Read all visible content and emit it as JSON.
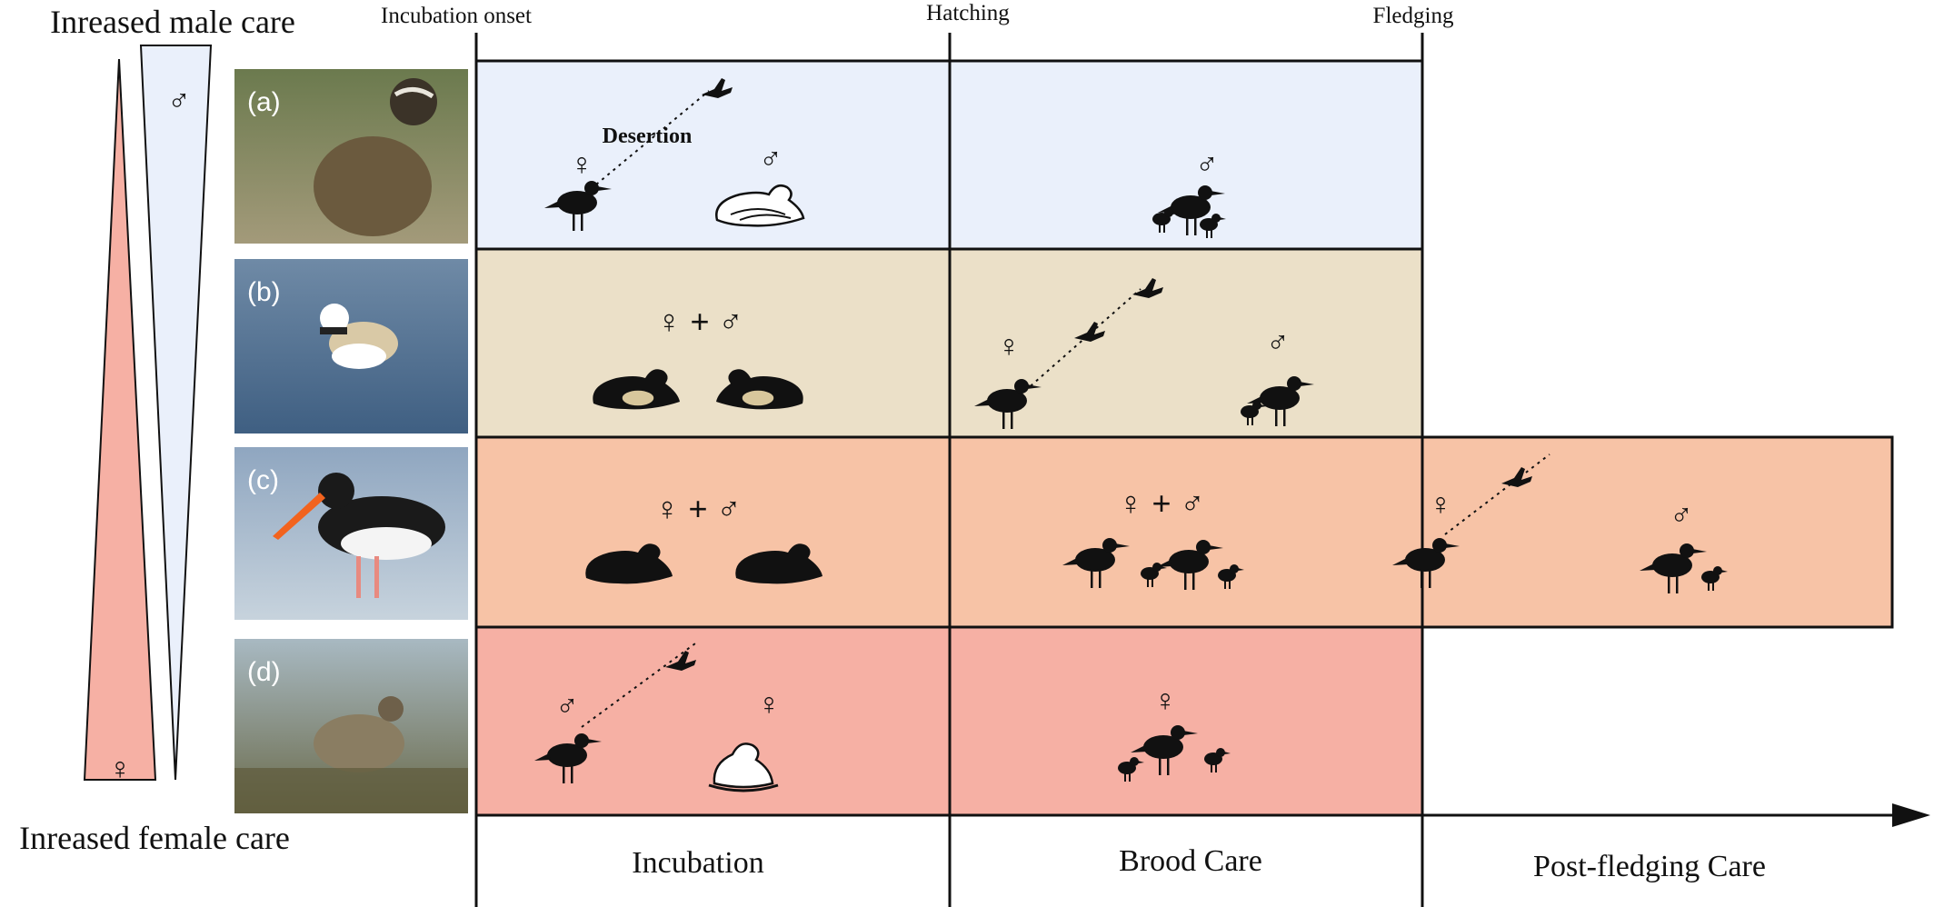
{
  "care_axis": {
    "top_label": "Inreased male care",
    "bottom_label": "Inreased female care",
    "male_symbol": "♂",
    "female_symbol": "♀",
    "colors": {
      "female_wedge": "#f6b0a4",
      "male_wedge": "#eaf0fb"
    }
  },
  "milestones": [
    "Incubation onset",
    "Hatching",
    "Fledging"
  ],
  "phases": [
    "Incubation",
    "Brood Care",
    "Post-fledging Care"
  ],
  "rows": [
    {
      "label": "(a)",
      "color": "#eaf0fb",
      "photo_colors": [
        "#6b7a4e",
        "#a39a7a"
      ],
      "incubation": {
        "f_symbol": "♀",
        "m_symbol": "♂",
        "annotation": "Desertion"
      },
      "brood": {
        "m_symbol": "♂"
      }
    },
    {
      "label": "(b)",
      "color": "#ebe0c8",
      "photo_colors": [
        "#6f8aa6",
        "#3f5f82"
      ],
      "incubation": {
        "pair": "♀ + ♂"
      },
      "brood": {
        "f_symbol": "♀",
        "m_symbol": "♂"
      }
    },
    {
      "label": "(c)",
      "color": "#f7c3a6",
      "photo_colors": [
        "#8fa6c0",
        "#c7d3dd"
      ],
      "incubation": {
        "pair": "♀ + ♂"
      },
      "brood": {
        "pair": "♀ + ♂"
      },
      "post": {
        "f_symbol": "♀",
        "m_symbol": "♂"
      }
    },
    {
      "label": "(d)",
      "color": "#f6b0a4",
      "photo_colors": [
        "#a8b9c2",
        "#6a6a4a"
      ],
      "incubation": {
        "m_symbol": "♂",
        "f_symbol": "♀"
      },
      "brood": {
        "f_symbol": "♀"
      }
    }
  ]
}
